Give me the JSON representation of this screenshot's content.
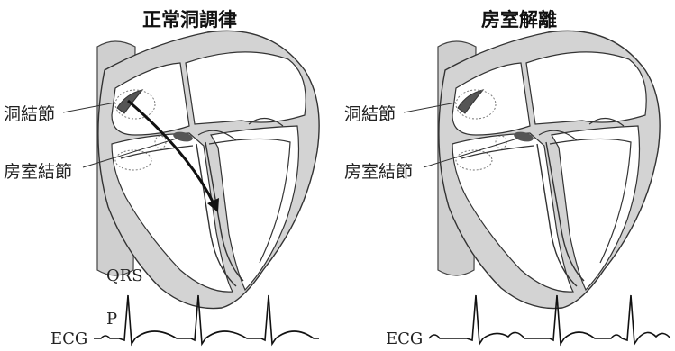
{
  "panels": [
    {
      "title": "正常洞調律",
      "sa_node_label": "洞結節",
      "av_node_label": "房室結節",
      "ecg_label": "ECG",
      "p_wave_label": "P",
      "qrs_label": "QRS"
    },
    {
      "title": "房室解離",
      "sa_node_label": "洞結節",
      "av_node_label": "房室結節",
      "ecg_label": "ECG"
    }
  ],
  "colors": {
    "tissue": "#d3d3d3",
    "outline": "#333333",
    "node": "#555555",
    "arrow": "#111111"
  }
}
